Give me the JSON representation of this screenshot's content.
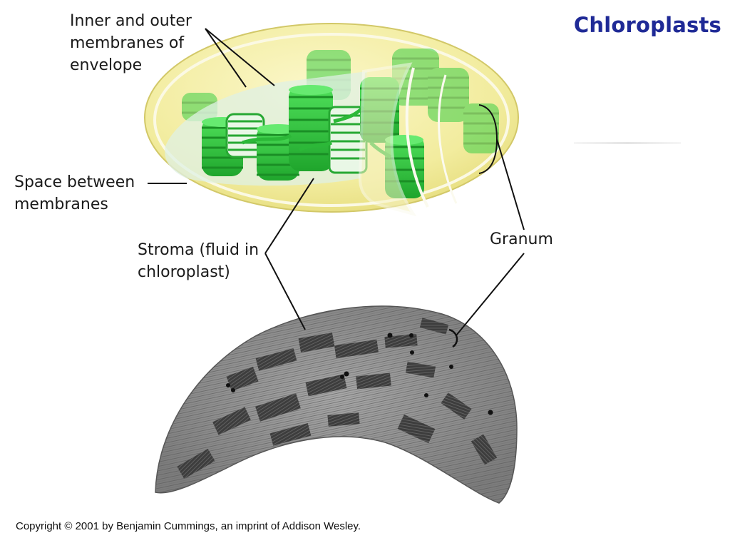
{
  "slide": {
    "title": "Chloroplasts"
  },
  "labels": {
    "envelope": [
      "Inner and outer",
      "membranes of",
      "envelope"
    ],
    "space": [
      "Space between",
      "membranes"
    ],
    "stroma": [
      "Stroma (fluid in",
      "chloroplast)"
    ],
    "granum": "Granum"
  },
  "footer": {
    "copyright": "Copyright © 2001 by Benjamin Cummings, an imprint of Addison Wesley."
  },
  "colors": {
    "title": "#1f2a96",
    "envelope_fill": "#f4efa6",
    "thylakoid": "#2fc43c",
    "micrograph": "#8a8a8a"
  }
}
